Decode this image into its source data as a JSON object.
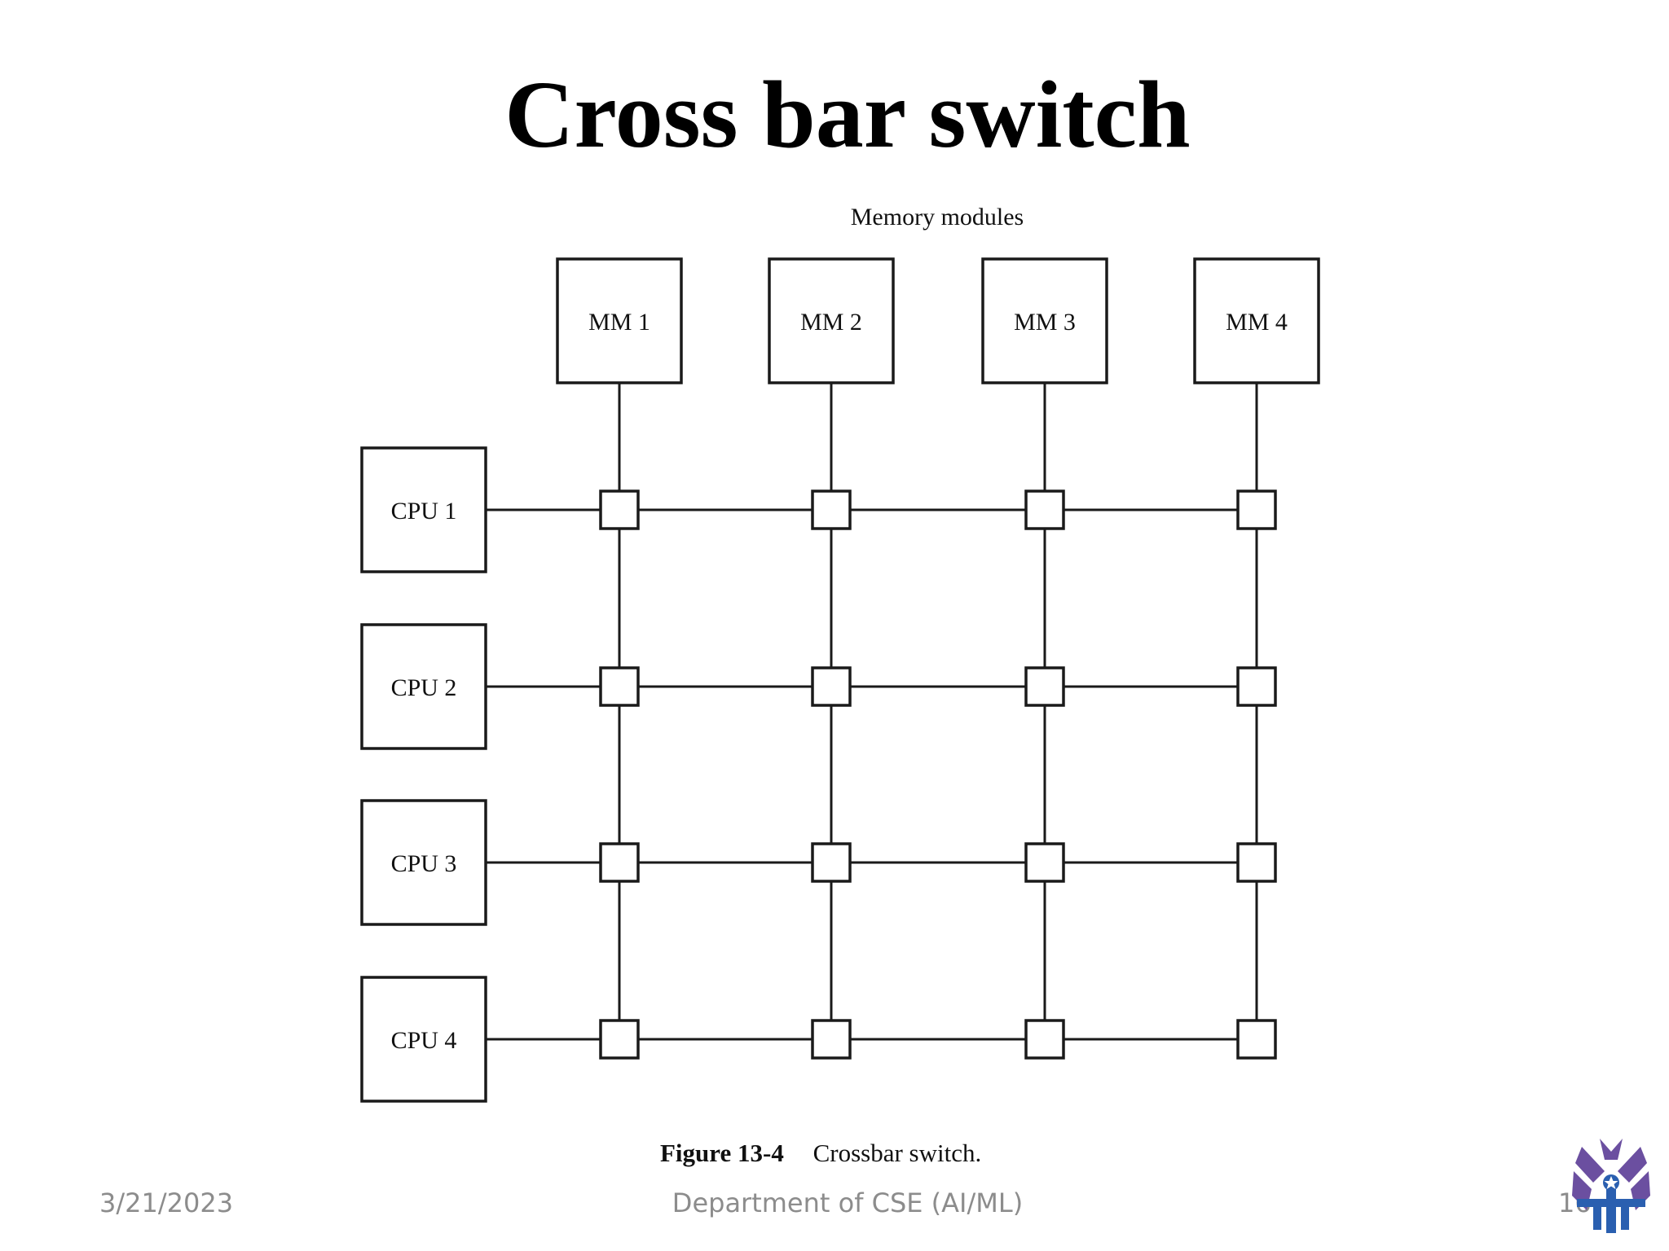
{
  "slide": {
    "title": "Cross bar switch"
  },
  "diagram": {
    "heading": "Memory modules",
    "memory_modules": [
      "MM 1",
      "MM 2",
      "MM 3",
      "MM 4"
    ],
    "cpus": [
      "CPU 1",
      "CPU 2",
      "CPU 3",
      "CPU 4"
    ],
    "caption_number": "Figure 13-4",
    "caption_text": "Crossbar switch."
  },
  "footer": {
    "date": "3/21/2023",
    "department": "Department of CSE (AI/ML)",
    "page_number": "16"
  },
  "logo": {
    "icon": "university-emblem-icon",
    "colors": {
      "violet": "#6b4fa0",
      "blue": "#2a5fb0"
    }
  }
}
